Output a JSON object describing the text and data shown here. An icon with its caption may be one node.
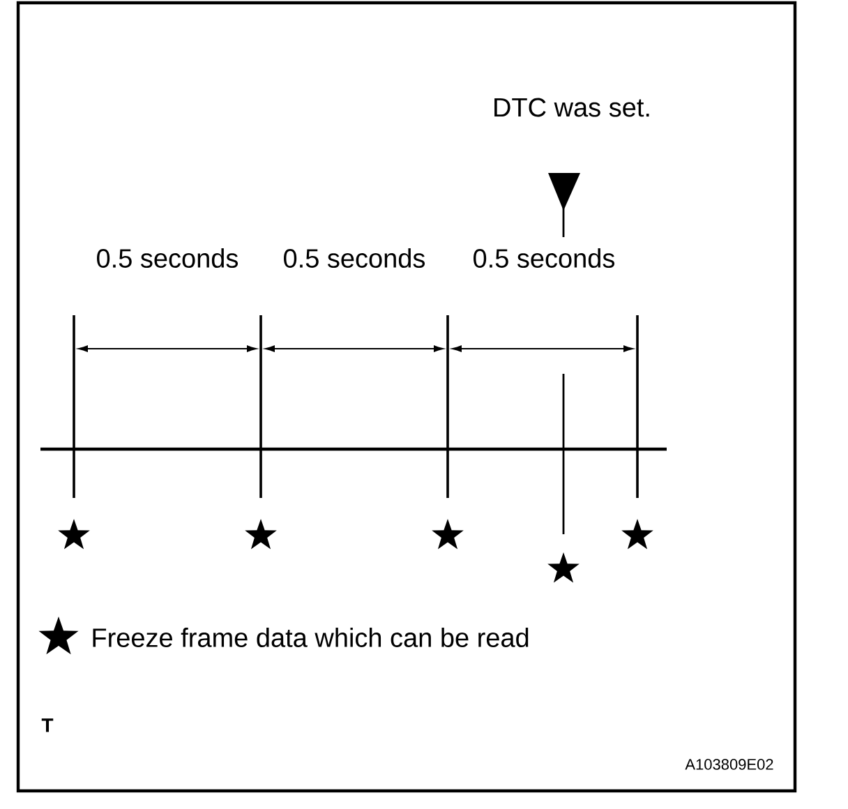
{
  "diagram": {
    "labels": [
      "DTC was set.",
      "0.5 seconds",
      "0.5 seconds",
      "0.5 seconds",
      "T",
      "A103809E02"
    ],
    "legend": [
      {
        "text": "Freeze frame data which can be read"
      }
    ]
  }
}
